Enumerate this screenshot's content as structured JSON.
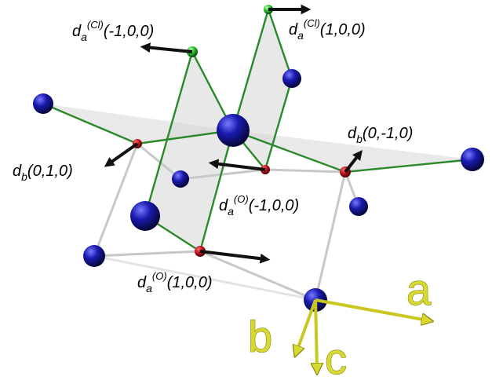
{
  "labels": {
    "cl_minus": {
      "base": "d",
      "sub": "a",
      "sup": "(Cl)",
      "args": "(-1,0,0)"
    },
    "cl_plus": {
      "base": "d",
      "sub": "a",
      "sup": "(Cl)",
      "args": "(1,0,0)"
    },
    "b_plus": {
      "base": "d",
      "sub": "b",
      "args": "(0,1,0)"
    },
    "b_minus": {
      "base": "d",
      "sub": "b",
      "args": "(0,-1,0)"
    },
    "o_minus": {
      "base": "d",
      "sub": "a",
      "sup": "(O)",
      "args": "(-1,0,0)"
    },
    "o_plus": {
      "base": "d",
      "sub": "a",
      "sup": "(O)",
      "args": "(1,0,0)"
    }
  },
  "axes": {
    "a": "a",
    "b": "b",
    "c": "c"
  },
  "colors": {
    "metal": "#1a1ab0",
    "oxygen": "#c0141e",
    "chlorine": "#2bc32b",
    "bond": "#2a8a2a",
    "axis": "#d8d832"
  }
}
